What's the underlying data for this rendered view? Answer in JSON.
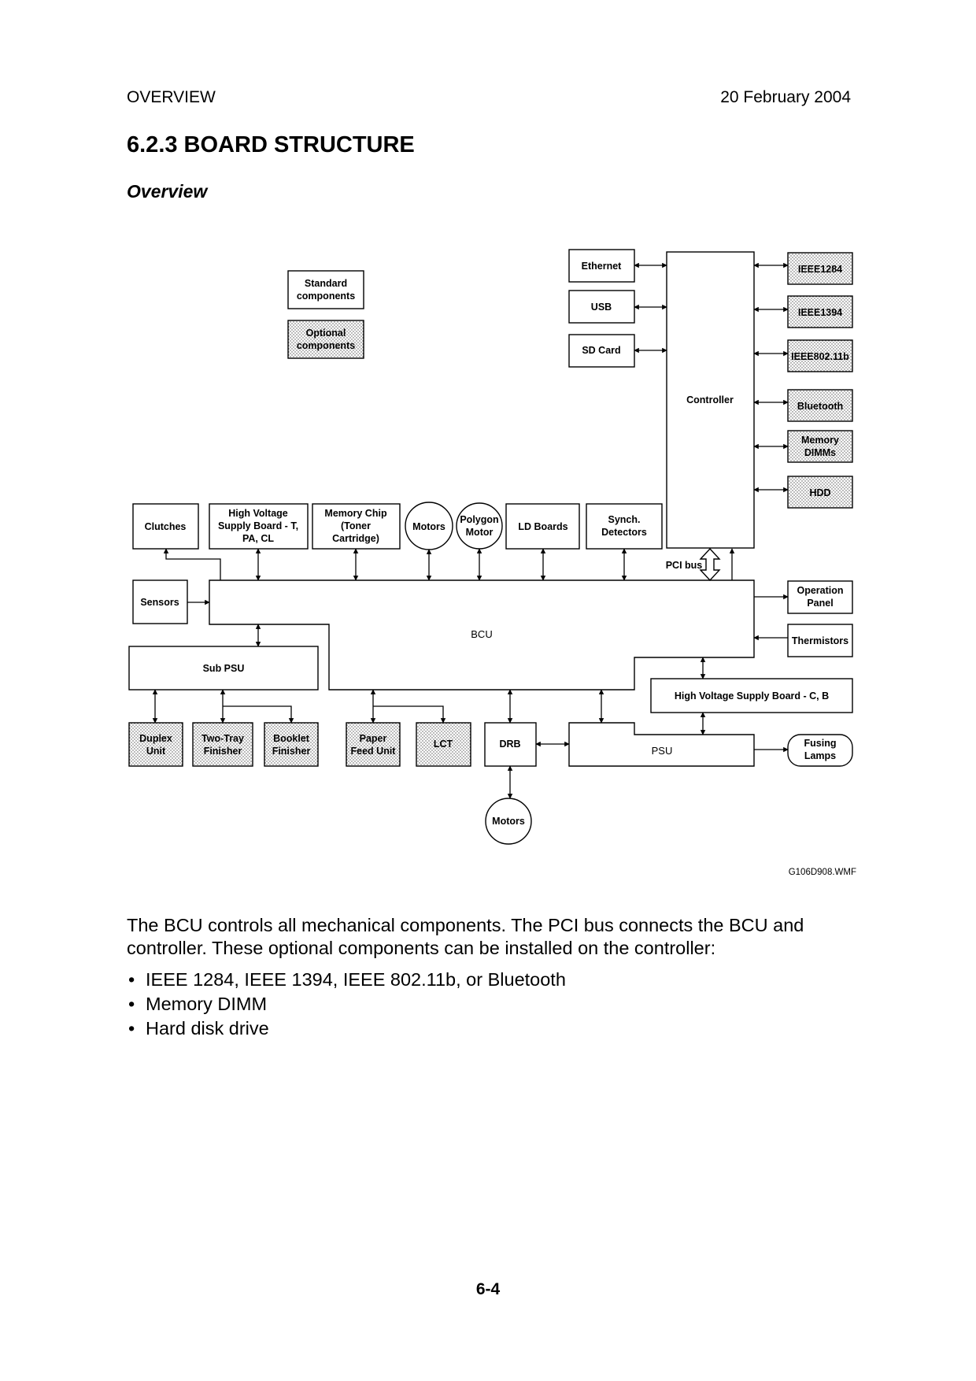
{
  "header": {
    "section": "OVERVIEW",
    "date": "20 February 2004"
  },
  "title": "6.2.3  BOARD STRUCTURE",
  "subtitle": "Overview",
  "diagram": {
    "legend": {
      "standard": [
        "Standard",
        "components"
      ],
      "optional": [
        "Optional",
        "components"
      ]
    },
    "ethernet": "Ethernet",
    "usb": "USB",
    "sd_card": "SD Card",
    "controller": "Controller",
    "ieee1284": "IEEE1284",
    "ieee1394": "IEEE1394",
    "ieee80211b": "IEEE802.11b",
    "bluetooth": "Bluetooth",
    "memory_dimms": [
      "Memory",
      "DIMMs"
    ],
    "hdd": "HDD",
    "clutches": "Clutches",
    "hv_supply_tpacl": [
      "High Voltage",
      "Supply Board - T,",
      "PA, CL"
    ],
    "memory_chip": [
      "Memory Chip",
      "(Toner",
      "Cartridge)"
    ],
    "motors_top": "Motors",
    "polygon_motor": [
      "Polygon",
      "Motor"
    ],
    "ld_boards": "LD Boards",
    "synch_detectors": [
      "Synch.",
      "Detectors"
    ],
    "pci_bus": "PCI bus",
    "sensors": "Sensors",
    "bcu": "BCU",
    "operation_panel": [
      "Operation",
      "Panel"
    ],
    "thermistors": "Thermistors",
    "sub_psu": "Sub PSU",
    "hv_supply_cb": "High Voltage Supply Board - C, B",
    "duplex_unit": [
      "Duplex",
      "Unit"
    ],
    "two_tray_finisher": [
      "Two-Tray",
      "Finisher"
    ],
    "booklet_finisher": [
      "Booklet",
      "Finisher"
    ],
    "paper_feed_unit": [
      "Paper",
      "Feed Unit"
    ],
    "lct": "LCT",
    "drb": "DRB",
    "psu": "PSU",
    "fusing_lamps": [
      "Fusing",
      "Lamps"
    ],
    "motors_bottom": "Motors",
    "file_id": "G106D908.WMF"
  },
  "body": {
    "paragraph": "The BCU controls all mechanical components. The PCI bus connects the BCU and controller. These optional components can be installed on the controller:",
    "bullets": [
      "IEEE 1284, IEEE 1394, IEEE 802.11b, or Bluetooth",
      "Memory DIMM",
      "Hard disk drive"
    ]
  },
  "footer": {
    "page_number": "6-4"
  }
}
